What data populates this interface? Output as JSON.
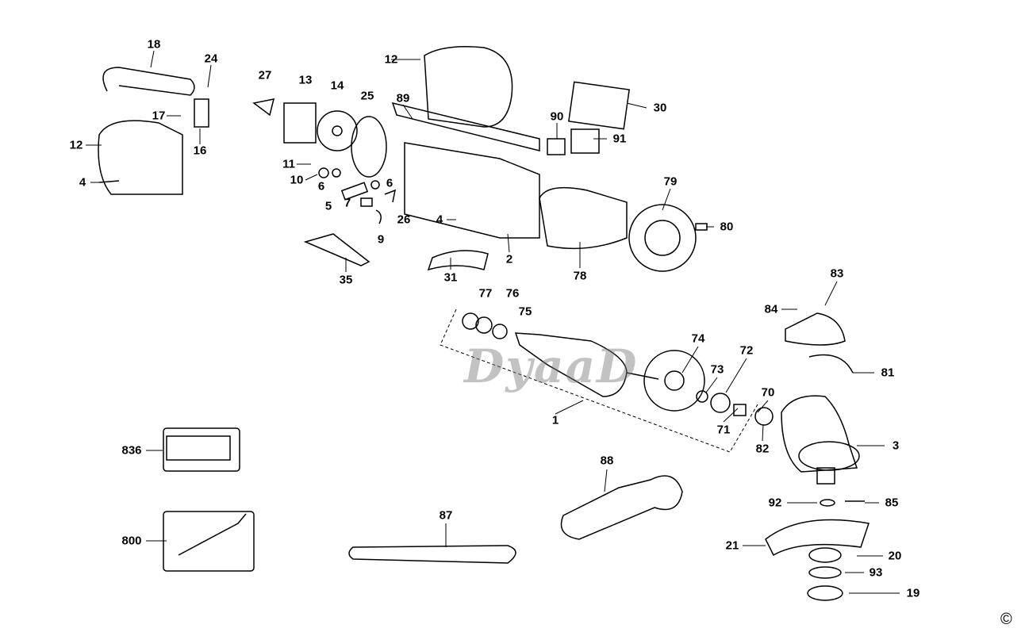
{
  "diagram": {
    "type": "exploded-parts-diagram",
    "watermark": "DyaaD",
    "copyright": "©",
    "part_labels": [
      "18",
      "24",
      "27",
      "13",
      "14",
      "25",
      "12",
      "89",
      "30",
      "90",
      "91",
      "17",
      "16",
      "12",
      "11",
      "10",
      "6",
      "6",
      "5",
      "7",
      "26",
      "9",
      "4",
      "4",
      "2",
      "79",
      "80",
      "78",
      "31",
      "35",
      "77",
      "76",
      "75",
      "83",
      "84",
      "74",
      "81",
      "73",
      "72",
      "70",
      "71",
      "1",
      "82",
      "3",
      "836",
      "88",
      "92",
      "85",
      "87",
      "800",
      "21",
      "20",
      "93",
      "19"
    ]
  }
}
